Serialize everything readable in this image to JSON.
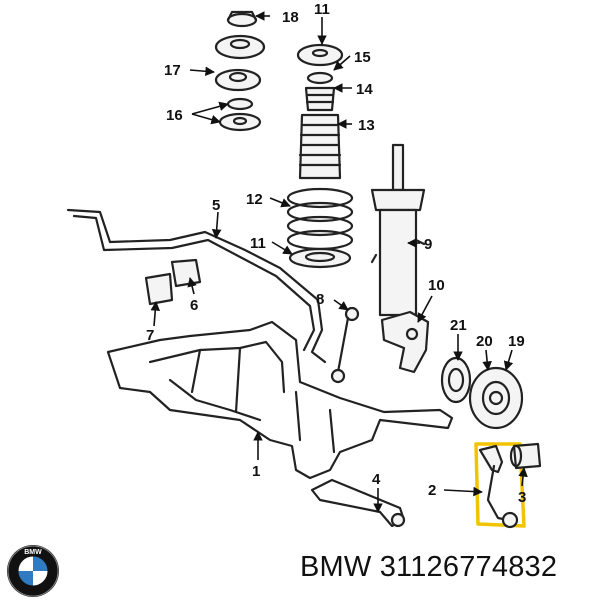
{
  "callouts": [
    "18",
    "11",
    "15",
    "17",
    "14",
    "16",
    "13",
    "12",
    "5",
    "9",
    "11",
    "8",
    "6",
    "10",
    "7",
    "21",
    "20",
    "19",
    "1",
    "2",
    "3",
    "4"
  ],
  "caption": "BMW 31126774832",
  "logo": {
    "text": "BMW",
    "colors": {
      "blue": "#2f7ac0",
      "white": "#ffffff",
      "ring": "#111111"
    }
  },
  "highlight_color": "#f0c400"
}
